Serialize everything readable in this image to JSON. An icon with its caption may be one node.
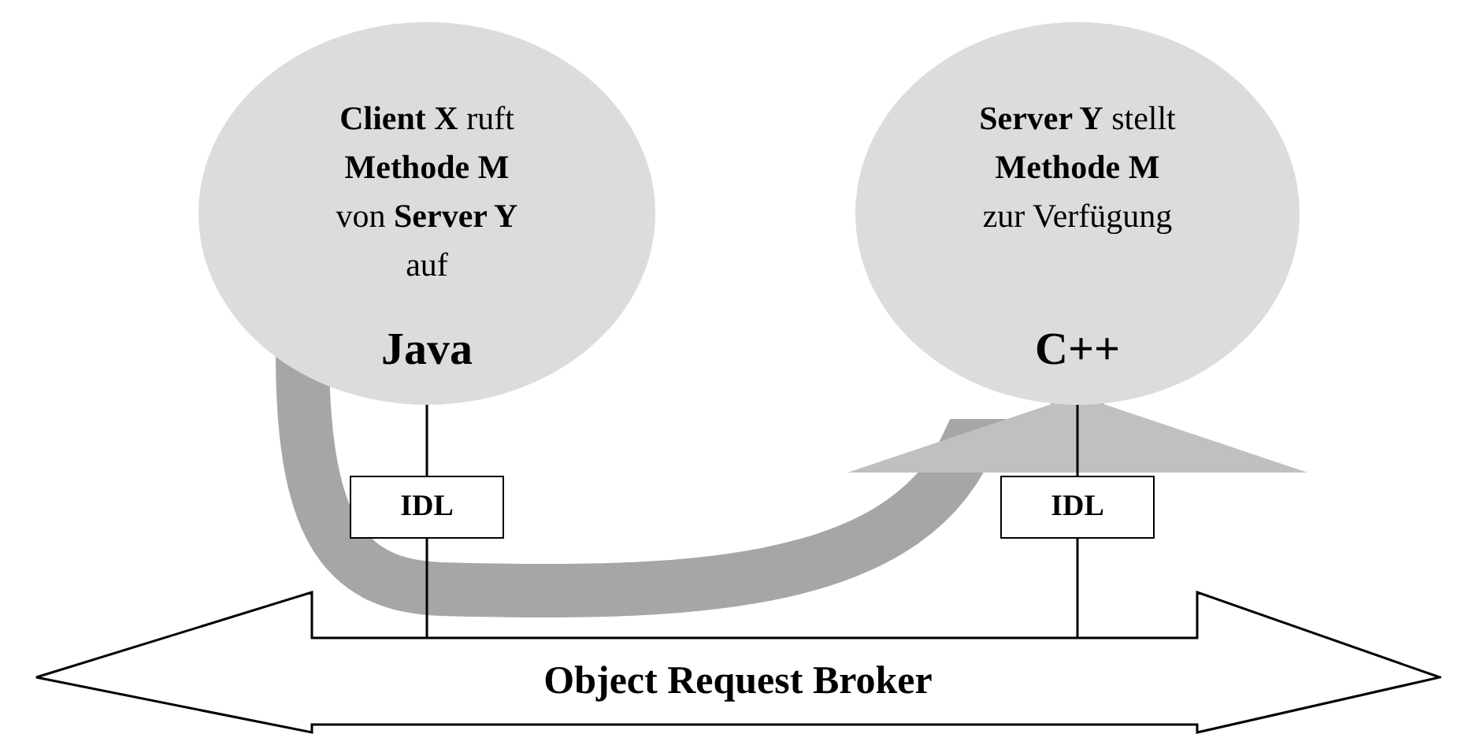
{
  "diagram": {
    "nodes": [
      {
        "text": [
          "**Client X** ruft **Methode M** von **Server Y** auf",
          "Java"
        ]
      },
      {
        "text": [
          "**Server Y** stellt **Methode M** zur Verfügung",
          "C++"
        ]
      },
      {
        "text": [
          "IDL"
        ]
      },
      {
        "text": [
          "IDL"
        ]
      },
      {
        "text": [
          "Object Request Broker"
        ]
      }
    ],
    "edges": [
      {
        "from": 0,
        "to": 2,
        "arrow": "none"
      },
      {
        "from": 2,
        "to": 4,
        "arrow": "none"
      },
      {
        "from": 1,
        "to": 3,
        "arrow": "none"
      },
      {
        "from": 3,
        "to": 4,
        "arrow": "none"
      },
      {
        "from": 0,
        "to": 1,
        "arrow": "to",
        "style": "thick",
        "color": "#a6a6a6"
      }
    ]
  }
}
